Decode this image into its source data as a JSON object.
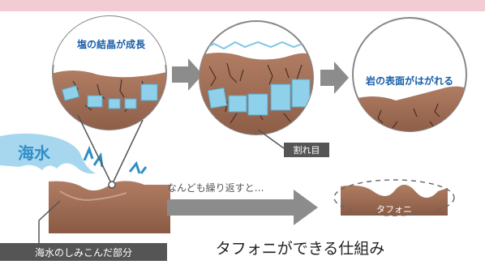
{
  "labels": {
    "circle1_caption": "塩の結晶が成長",
    "circle3_caption": "岩の表面がはがれる",
    "crack_label": "割れ目",
    "seawater": "海水",
    "repeat_text": "なんども繰り返すと…",
    "tafoni_label": "タフォニ",
    "seepage_label": "海水のしみこんだ部分",
    "title": "タフォニができる仕組み"
  },
  "colors": {
    "background": "#f3cbd3",
    "panel": "#ffffff",
    "arrow_gray": "#8c8c8c",
    "rock_brown": "#9a6a52",
    "rock_light": "#c79e8a",
    "sea_blue": "#2f8fc8",
    "crystal_blue": "#8fd0ea",
    "caption_blue": "#1a5fa8",
    "label_dark": "#555555"
  }
}
